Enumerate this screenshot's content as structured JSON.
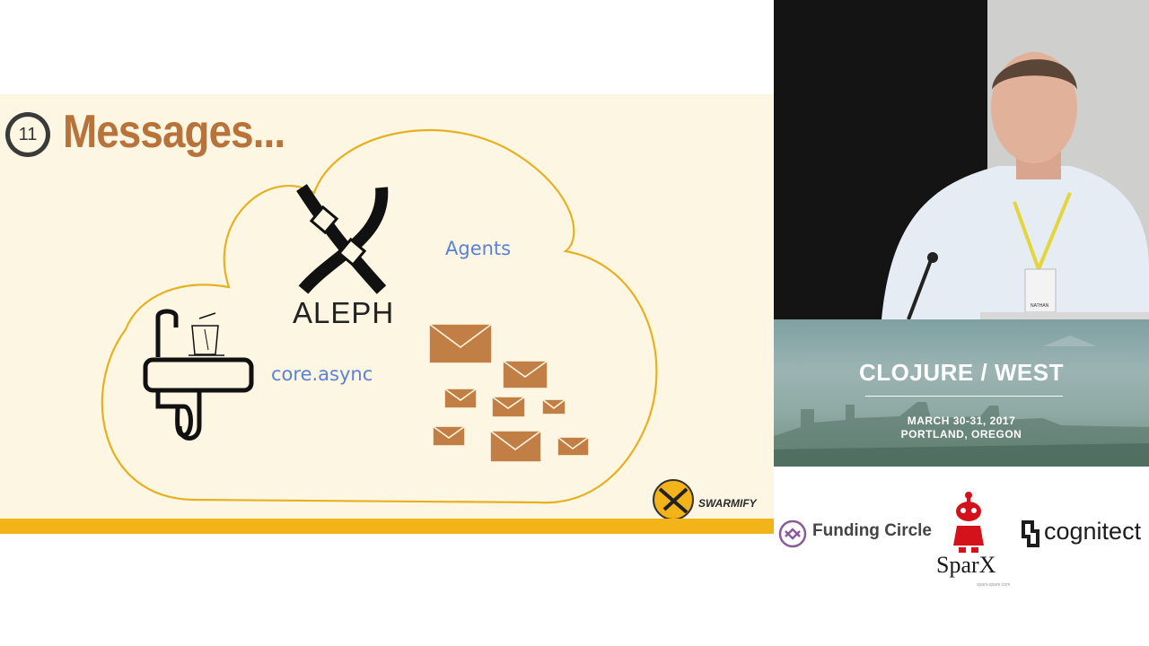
{
  "slide": {
    "number": "11",
    "title": "Messages...",
    "aleph_label": "ALEPH",
    "agents_label": "Agents",
    "core_async_label": "core.async",
    "footer_logo_text": "SWARMIFY",
    "icons": [
      "aleph-logo-icon",
      "kitchen-sink-icon",
      "envelope-icon",
      "swarmify-bee-icon"
    ]
  },
  "banner": {
    "title": "CLOJURE / WEST",
    "dates": "MARCH 30-31, 2017",
    "location": "PORTLAND, OREGON"
  },
  "speaker": {
    "badge_name": "NATHAN"
  },
  "sponsors": {
    "funding_circle": "Funding Circle",
    "sparx": "SparX",
    "sparx_url": "sparx-spare.com",
    "cognitect": "cognitect"
  },
  "colors": {
    "slide_background": "#fdf6e3",
    "accent_orange": "#b8733a",
    "accent_yellow": "#f2b418",
    "label_blue": "#5a82d6",
    "envelope": "#c17f45",
    "cloud_outline": "#e6b020"
  }
}
